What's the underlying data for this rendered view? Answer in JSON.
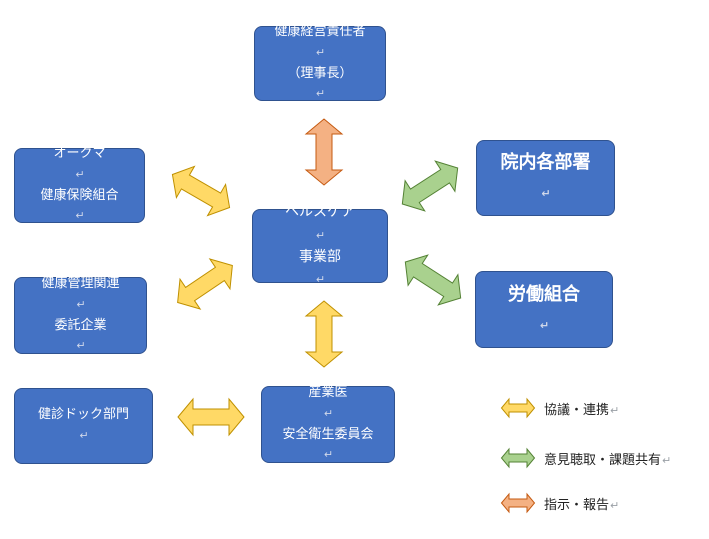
{
  "nodes": {
    "ceo": {
      "line1": "健康経営責任者",
      "line2": "（理事長）"
    },
    "center": {
      "line1": "ヘルスケア",
      "line2": "事業部"
    },
    "okuma": {
      "line1": "オークマ",
      "line2": "健康保険組合"
    },
    "mgmt": {
      "line1": "健康管理関連",
      "line2": "委託企業"
    },
    "dock": {
      "line1": "健診ドック部門"
    },
    "occupational": {
      "line1": "産業医",
      "line2": "安全衛生委員会"
    },
    "departments": {
      "line1": "院内各部署"
    },
    "union": {
      "line1": "労働組合"
    }
  },
  "legend": {
    "yellow": "協議・連携",
    "green": "意見聴取・課題共有",
    "orange": "指示・報告"
  },
  "colors": {
    "box_fill": "#4472c4",
    "yellow_arrow": "#ffd966",
    "green_arrow": "#a9d18e",
    "orange_arrow": "#f4b183"
  }
}
